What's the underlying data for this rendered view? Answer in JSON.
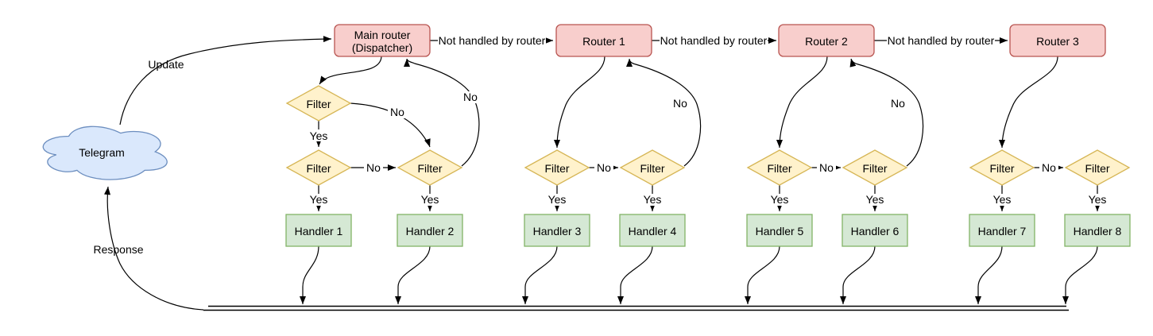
{
  "telegram": {
    "label": "Telegram"
  },
  "dispatcher": {
    "line1": "Main router",
    "line2": "(Dispatcher)"
  },
  "routers": [
    {
      "label": "Router 1"
    },
    {
      "label": "Router 2"
    },
    {
      "label": "Router 3"
    }
  ],
  "handlers": [
    {
      "label": "Handler 1"
    },
    {
      "label": "Handler 2"
    },
    {
      "label": "Handler 3"
    },
    {
      "label": "Handler 4"
    },
    {
      "label": "Handler 5"
    },
    {
      "label": "Handler 6"
    },
    {
      "label": "Handler 7"
    },
    {
      "label": "Handler 8"
    }
  ],
  "labels": {
    "filter": "Filter",
    "yes": "Yes",
    "no": "No",
    "not_handled": "Not handled by router",
    "update": "Update",
    "response": "Response"
  },
  "colors": {
    "router_fill": "#f8cecc",
    "router_stroke": "#b85450",
    "filter_fill": "#fff2cc",
    "filter_stroke": "#d6b656",
    "handler_fill": "#d5e8d4",
    "handler_stroke": "#82b366",
    "cloud_fill": "#dae8fc",
    "cloud_stroke": "#6c8ebf",
    "edge": "#000000",
    "label_text": "#000000",
    "background": "#ffffff"
  }
}
